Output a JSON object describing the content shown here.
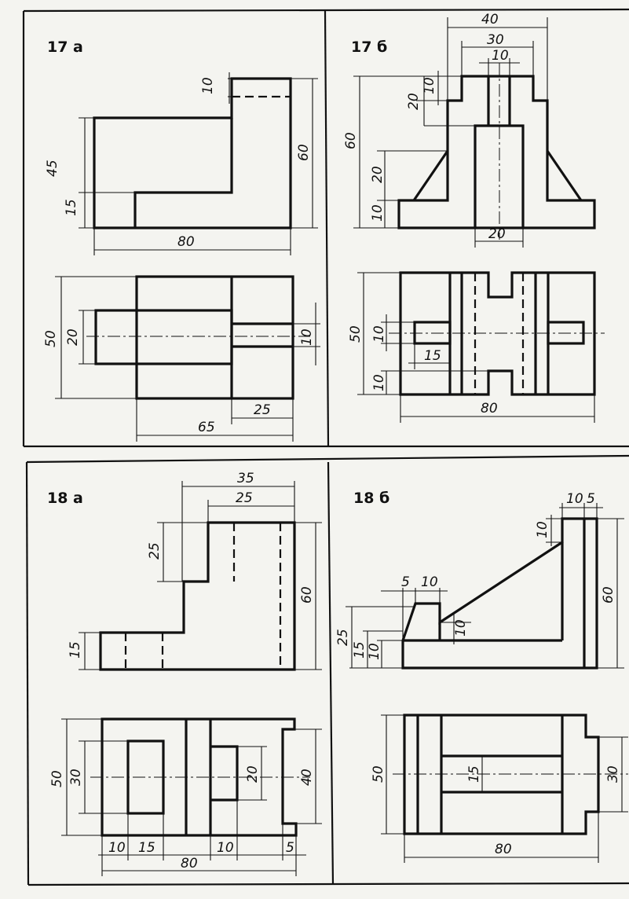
{
  "panels": {
    "p17a": {
      "label": "17 а",
      "front": {
        "d10": "10",
        "d45": "45",
        "d60": "60",
        "d15": "15",
        "d80": "80"
      },
      "top": {
        "d50": "50",
        "d20": "20",
        "d10": "10",
        "d25": "25",
        "d65": "65"
      }
    },
    "p17b": {
      "label": "17 б",
      "front": {
        "d40": "40",
        "d30": "30",
        "d10t": "10",
        "d20a": "20",
        "d10a": "10",
        "d60": "60",
        "d20b": "20",
        "d10b": "10",
        "d20c": "20"
      },
      "top": {
        "d50": "50",
        "d10a": "10",
        "d15": "15",
        "d10b": "10",
        "d80": "80"
      }
    },
    "p18a": {
      "label": "18 а",
      "front": {
        "d35": "35",
        "d25h": "25",
        "d25v": "25",
        "d60": "60",
        "d15": "15"
      },
      "top": {
        "d50": "50",
        "d30": "30",
        "d20": "20",
        "d40": "40",
        "d10a": "10",
        "d15": "15",
        "d10b": "10",
        "d5": "5",
        "d80": "80"
      }
    },
    "p18b": {
      "label": "18 б",
      "front": {
        "d10t": "10",
        "d5t": "5",
        "d10v": "10",
        "d60": "60",
        "d5l": "5",
        "d10l": "10",
        "d25": "25",
        "d15": "15",
        "d10a": "10",
        "d10b": "10"
      },
      "top": {
        "d50": "50",
        "d15": "15",
        "d30": "30",
        "d80": "80"
      }
    }
  }
}
